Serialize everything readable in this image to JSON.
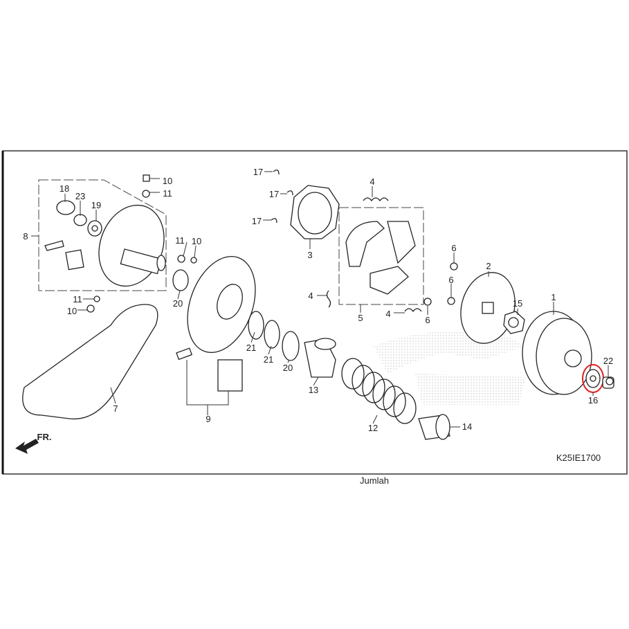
{
  "callouts": [
    "17",
    "17",
    "17",
    "10",
    "11",
    "18",
    "23",
    "19",
    "8",
    "11",
    "10",
    "4",
    "4",
    "4",
    "3",
    "5",
    "6",
    "6",
    "6",
    "2",
    "15",
    "1",
    "22",
    "16",
    "11",
    "10",
    "20",
    "21",
    "21",
    "20",
    "7",
    "9",
    "13",
    "12",
    "14"
  ],
  "direction_label": "FR.",
  "diagram_code": "K25IE1700",
  "footer_text": "Jumlah",
  "highlight_color": "#e02020",
  "highlighted_part": "16"
}
